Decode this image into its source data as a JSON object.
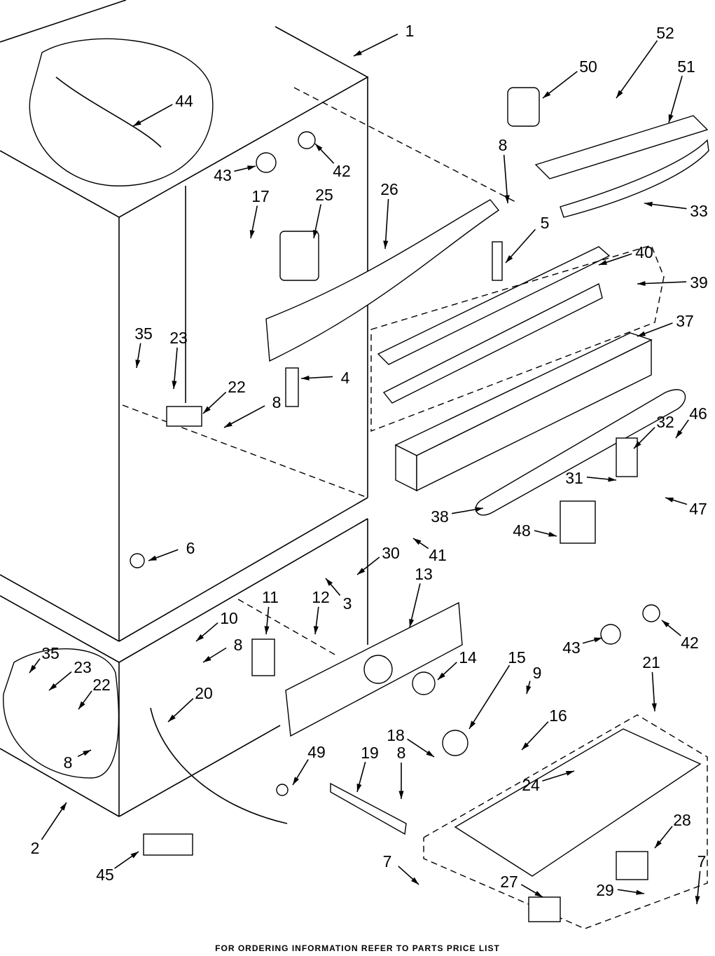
{
  "diagram": {
    "labels": [
      "1",
      "52",
      "50",
      "51",
      "44",
      "8",
      "43",
      "42",
      "17",
      "25",
      "26",
      "33",
      "5",
      "40",
      "39",
      "37",
      "35",
      "23",
      "4",
      "22",
      "8",
      "32",
      "46",
      "31",
      "6",
      "47",
      "38",
      "48",
      "41",
      "30",
      "13",
      "3",
      "11",
      "12",
      "10",
      "8",
      "35",
      "23",
      "22",
      "20",
      "14",
      "15",
      "9",
      "43",
      "42",
      "21",
      "16",
      "18",
      "8",
      "19",
      "49",
      "8",
      "24",
      "2",
      "28",
      "45",
      "7",
      "27",
      "7",
      "29"
    ]
  },
  "footer": "FOR ORDERING INFORMATION REFER TO PARTS PRICE LIST"
}
